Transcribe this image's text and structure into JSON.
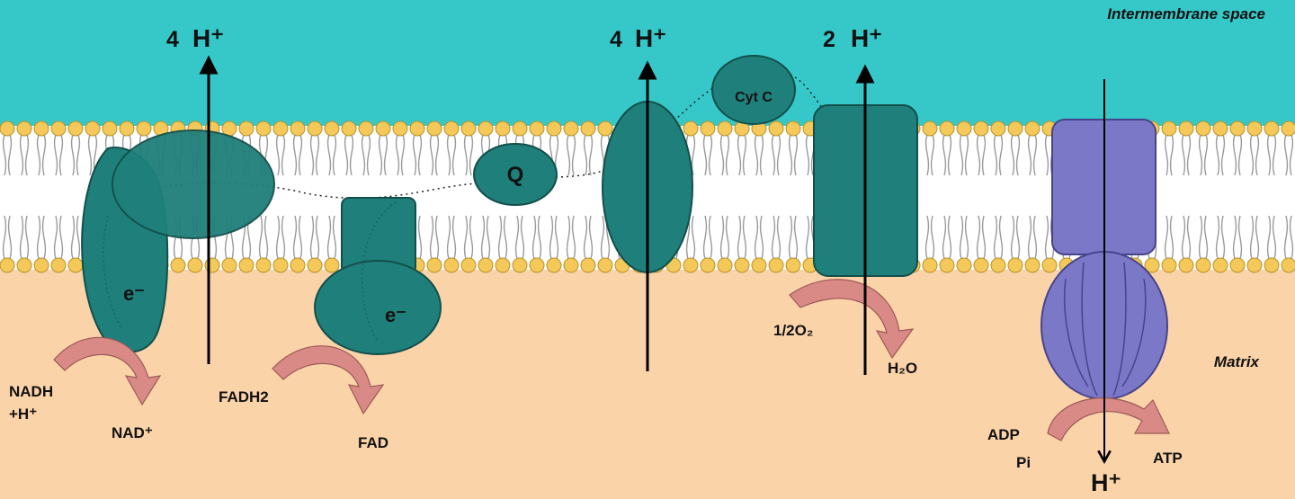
{
  "regions": {
    "top": "Intermembrane space",
    "bottom": "Matrix"
  },
  "colors": {
    "intermembrane": "#36c8c9",
    "matrix": "#fbd3a9",
    "lipid_head": "#f4c95a",
    "protein_teal": "#1f7f7a",
    "protein_teal_light": "#4aa8a0",
    "atp_synthase": "#7b78c8",
    "curved_arrow": "#d98a87"
  },
  "complexes": {
    "complex1": {
      "proton_count": "4",
      "proton": "H⁺",
      "electron": "e⁻",
      "substrate_line1": "NADH",
      "substrate_line2": "+H⁺",
      "product": "NAD⁺"
    },
    "complex2": {
      "electron": "e⁻",
      "substrate": "FADH2",
      "product": "FAD"
    },
    "ubiquinone": {
      "label": "Q"
    },
    "complex3": {
      "proton_count": "4",
      "proton": "H⁺"
    },
    "cytochrome_c": {
      "label": "Cyt C"
    },
    "complex4": {
      "proton_count": "2",
      "proton": "H⁺",
      "substrate": "1/2O₂",
      "product": "H₂O"
    },
    "atp_synthase": {
      "substrate_line1": "ADP",
      "substrate_line2": "Pi",
      "product": "ATP",
      "proton": "H⁺"
    }
  }
}
